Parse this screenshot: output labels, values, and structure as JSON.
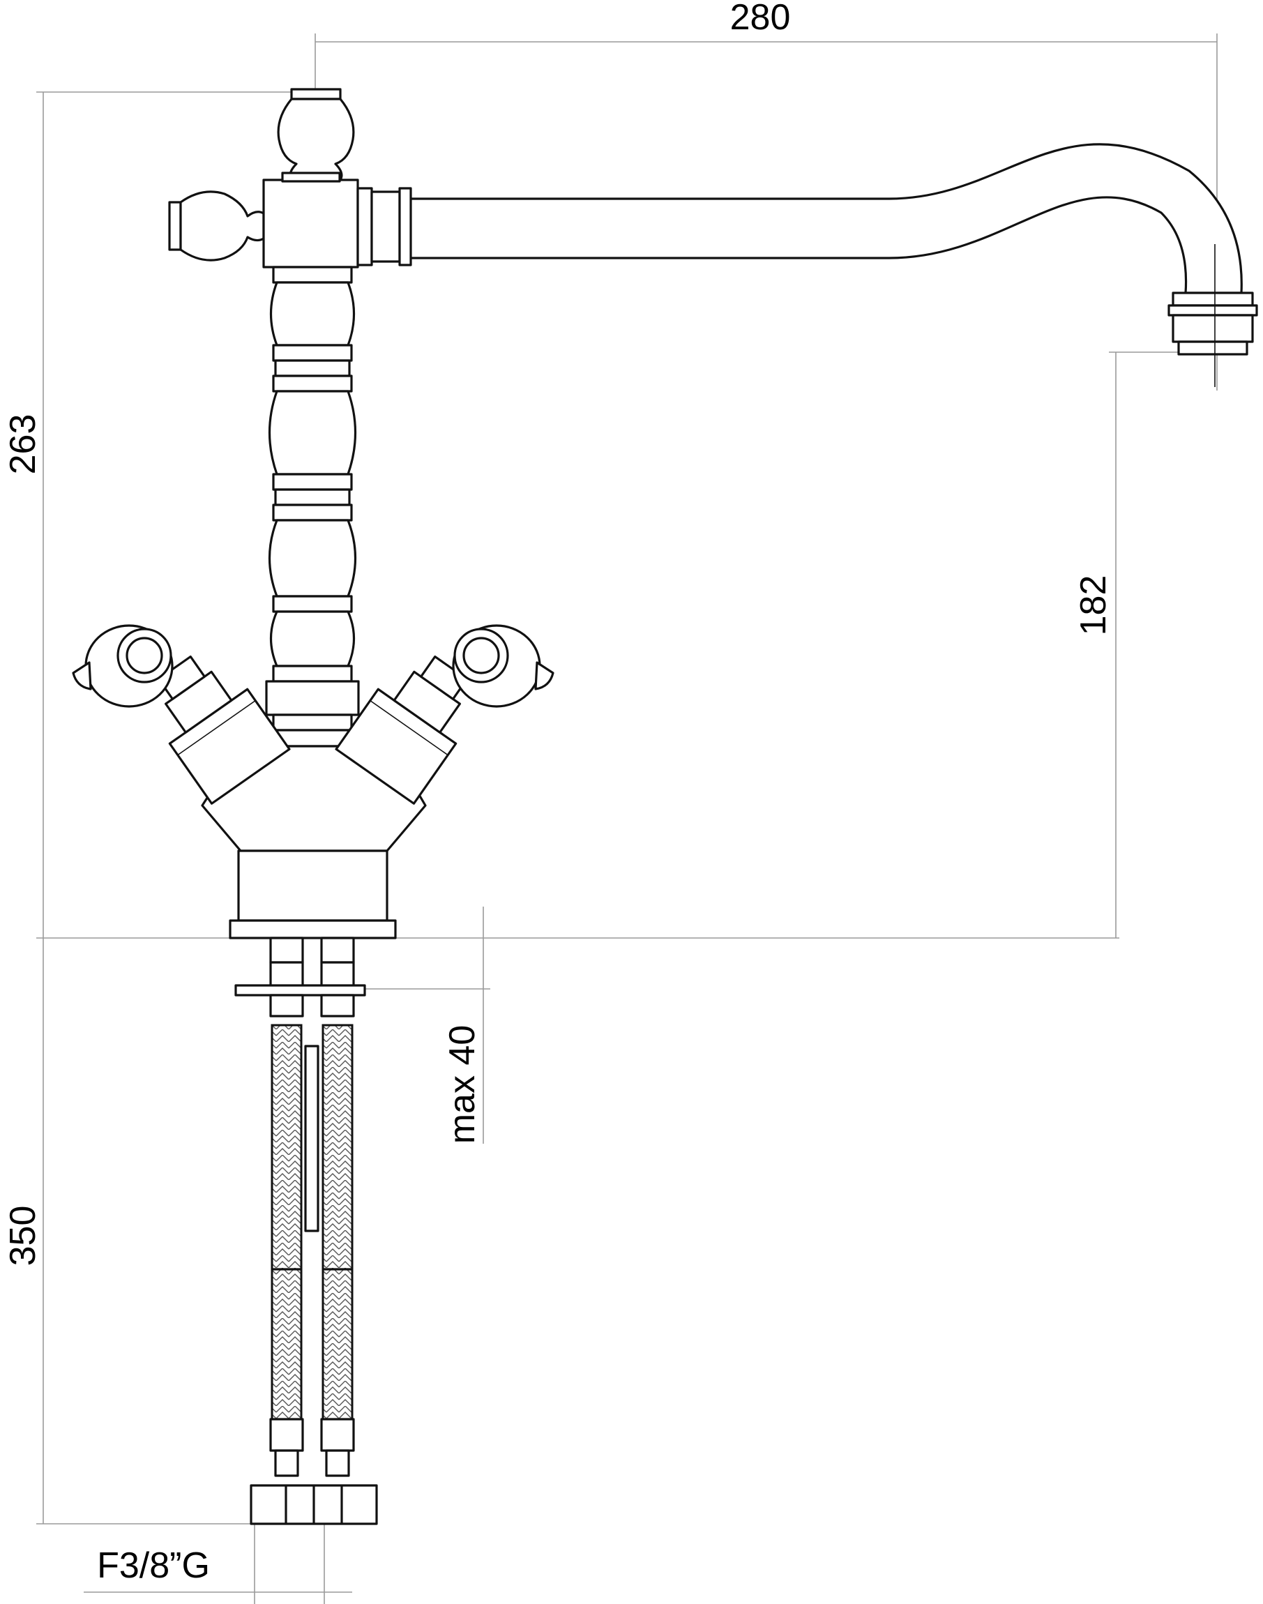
{
  "dimensions": {
    "spout_reach": "280",
    "total_height": "263",
    "spout_height": "182",
    "hose_length": "350",
    "max_deck_thickness": "max 40",
    "connection_thread": "F3/8”G"
  }
}
